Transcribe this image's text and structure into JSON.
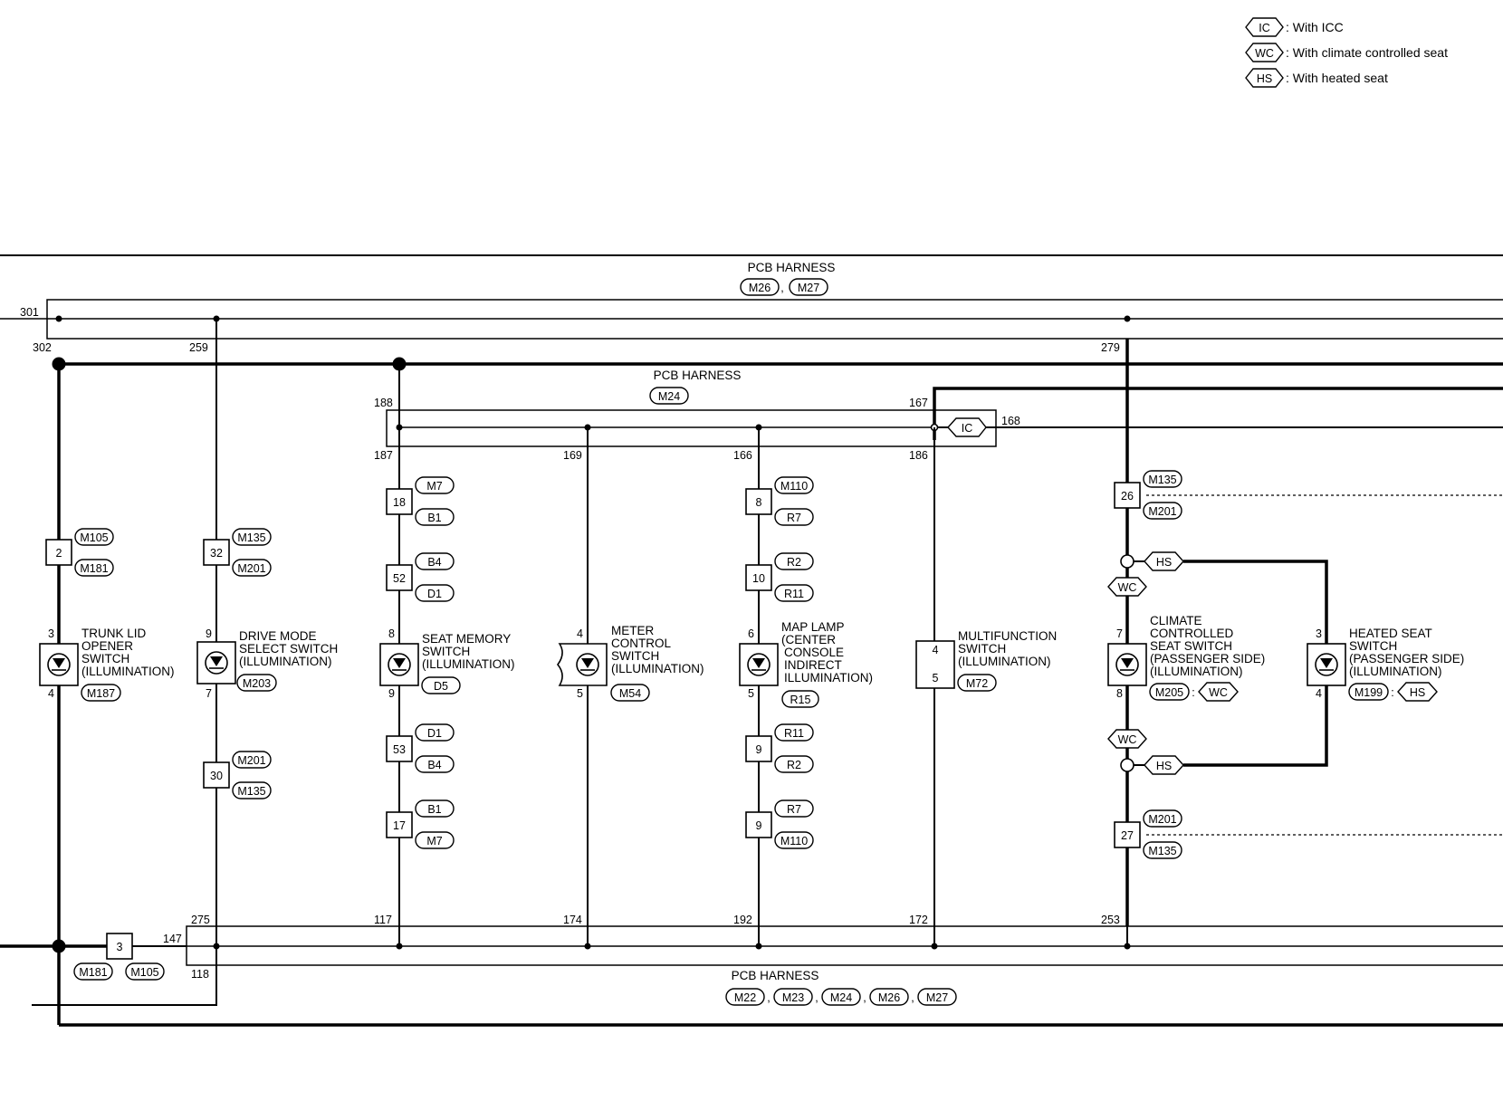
{
  "legend": [
    {
      "code": "IC",
      "text": ": With ICC"
    },
    {
      "code": "WC",
      "text": ": With climate controlled seat"
    },
    {
      "code": "HS",
      "text": ": With heated seat"
    }
  ],
  "harness_top": {
    "title": "PCB HARNESS",
    "connectors": [
      "M26",
      "M27"
    ],
    "pins": [
      "301",
      "302",
      "259",
      "279"
    ]
  },
  "harness_mid": {
    "title": "PCB HARNESS",
    "connectors": [
      "M24"
    ],
    "pins": [
      "188",
      "187",
      "169",
      "166",
      "167",
      "186",
      "168"
    ],
    "option": "IC"
  },
  "harness_bottom": {
    "title": "PCB HARNESS",
    "connectors": [
      "M22",
      "M23",
      "M24",
      "M26",
      "M27"
    ],
    "pins": [
      "275",
      "147",
      "118",
      "117",
      "174",
      "192",
      "172",
      "253"
    ]
  },
  "harness_bottom_sep": [
    ",",
    ",",
    ",",
    ","
  ],
  "joint": {
    "pin": "3",
    "connectors": [
      "M181",
      "M105"
    ]
  },
  "switches": [
    {
      "lines": [
        "TRUNK LID",
        "OPENER",
        "SWITCH",
        "(ILLUMINATION)"
      ],
      "pins": [
        "3",
        "4"
      ],
      "connector": "M187"
    },
    {
      "lines": [
        "DRIVE MODE",
        "SELECT SWITCH",
        "(ILLUMINATION)"
      ],
      "pins": [
        "9",
        "7"
      ],
      "connector": "M203"
    },
    {
      "lines": [
        "SEAT MEMORY",
        "SWITCH",
        "(ILLUMINATION)"
      ],
      "pins": [
        "8",
        "9"
      ],
      "connector": "D5"
    },
    {
      "lines": [
        "METER",
        "CONTROL",
        "SWITCH",
        "(ILLUMINATION)"
      ],
      "pins": [
        "4",
        "5"
      ],
      "connector": "M54"
    },
    {
      "lines": [
        "MAP LAMP",
        "(CENTER",
        "CONSOLE",
        "INDIRECT",
        "ILLUMINATION)"
      ],
      "pins": [
        "6",
        "5"
      ],
      "connector": "R15"
    },
    {
      "lines": [
        "MULTIFUNCTION",
        "SWITCH",
        "(ILLUMINATION)"
      ],
      "pins": [
        "4",
        "5"
      ],
      "connector": "M72"
    },
    {
      "lines": [
        "CLIMATE",
        "CONTROLLED",
        "SEAT SWITCH",
        "(PASSENGER SIDE)",
        "(ILLUMINATION)"
      ],
      "pins": [
        "7",
        "8"
      ],
      "connector": "M205",
      "option": "WC",
      "sep": ":"
    },
    {
      "lines": [
        "HEATED SEAT",
        "SWITCH",
        "(PASSENGER SIDE)",
        "(ILLUMINATION)"
      ],
      "pins": [
        "3",
        "4"
      ],
      "connector": "M199",
      "option": "HS",
      "sep": ":"
    }
  ],
  "inline_connectors": [
    {
      "pin": "2",
      "upper": "M105",
      "lower": "M181"
    },
    {
      "pin": "32",
      "upper": "M135",
      "lower": "M201"
    },
    {
      "pin": "30",
      "upper": "M201",
      "lower": "M135"
    },
    {
      "pin": "18",
      "upper": "M7",
      "lower": "B1"
    },
    {
      "pin": "52",
      "upper": "B4",
      "lower": "D1"
    },
    {
      "pin": "53",
      "upper": "D1",
      "lower": "B4"
    },
    {
      "pin": "17",
      "upper": "B1",
      "lower": "M7"
    },
    {
      "pin": "8",
      "upper": "M110",
      "lower": "R7"
    },
    {
      "pin": "10",
      "upper": "R2",
      "lower": "R11"
    },
    {
      "pin": "9",
      "upper": "R11",
      "lower": "R2"
    },
    {
      "pin": "9",
      "upper": "R7",
      "lower": "M110"
    },
    {
      "pin": "26",
      "upper": "M135",
      "lower": "M201"
    },
    {
      "pin": "27",
      "upper": "M201",
      "lower": "M135"
    }
  ],
  "options": {
    "top_hs": "HS",
    "top_wc": "WC",
    "bottom_wc": "WC",
    "bottom_hs": "HS"
  }
}
